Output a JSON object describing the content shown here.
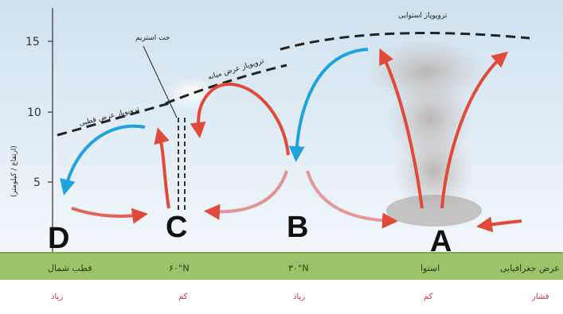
{
  "axis": {
    "ylabel": "(ارتفاع / کیلومتر)",
    "ticks": [
      "15",
      "10",
      "5"
    ]
  },
  "labels": {
    "tropopause_tropical": "تروپوپاز استوایی",
    "tropopause_mid": "تروپوپاز عرض میانه",
    "tropopause_polar": "تروپوپاز عرض قطبی",
    "jet_stream": "جت استریم"
  },
  "cells": {
    "A": "A",
    "B": "B",
    "C": "C",
    "D": "D"
  },
  "band": {
    "latitude_title": "عرض جغرافیایی",
    "equator": "استوا",
    "lat30": "۳۰°N",
    "lat60": "۶۰°N",
    "pole": "قطب شمال"
  },
  "pressure": {
    "title": "فشار",
    "equator": "کم",
    "lat30": "زیاد",
    "lat60": "کم",
    "pole": "زیاد"
  },
  "colors": {
    "sky_top": "#d6e6f2",
    "sky_bottom": "#eef5fa",
    "band": "#9bc46a",
    "warm_arrow": "#e04a3a",
    "cold_arrow": "#1ea3df"
  }
}
